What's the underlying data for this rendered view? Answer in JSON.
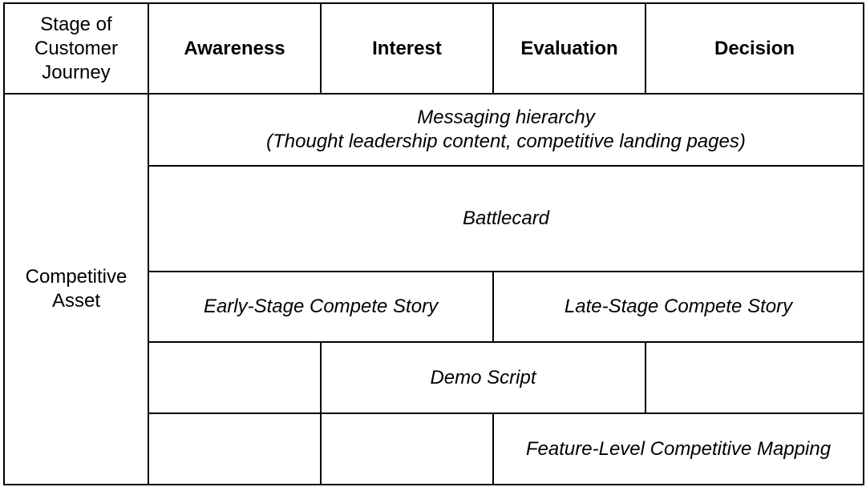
{
  "table": {
    "corner_header": [
      "Stage of",
      "Customer",
      "Journey"
    ],
    "stages": [
      "Awareness",
      "Interest",
      "Evaluation",
      "Decision"
    ],
    "row_header": [
      "Competitive",
      "Asset"
    ],
    "assets": {
      "messaging": {
        "title": "Messaging hierarchy",
        "detail": "(Thought leadership content, competitive landing pages)"
      },
      "battlecard": "Battlecard",
      "early_stage_story": "Early-Stage Compete Story",
      "late_stage_story": "Late-Stage Compete Story",
      "demo_script": "Demo Script",
      "feature_mapping": "Feature-Level Competitive Mapping"
    }
  }
}
